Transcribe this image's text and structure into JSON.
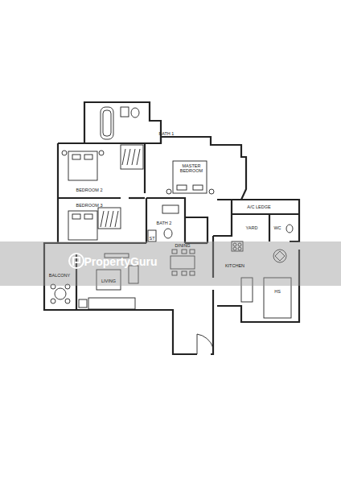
{
  "diagram": {
    "labels": [
      "BATH 1",
      "MASTER BEDROOM",
      "BEDROOM 2",
      "BEDROOM 3",
      "BATH 2",
      "ST",
      "DINING",
      "LIVING",
      "BALCONY",
      "KITCHEN",
      "YARD",
      "WC",
      "A/C LEDGE",
      "HS",
      "PropertyGuru"
    ]
  }
}
